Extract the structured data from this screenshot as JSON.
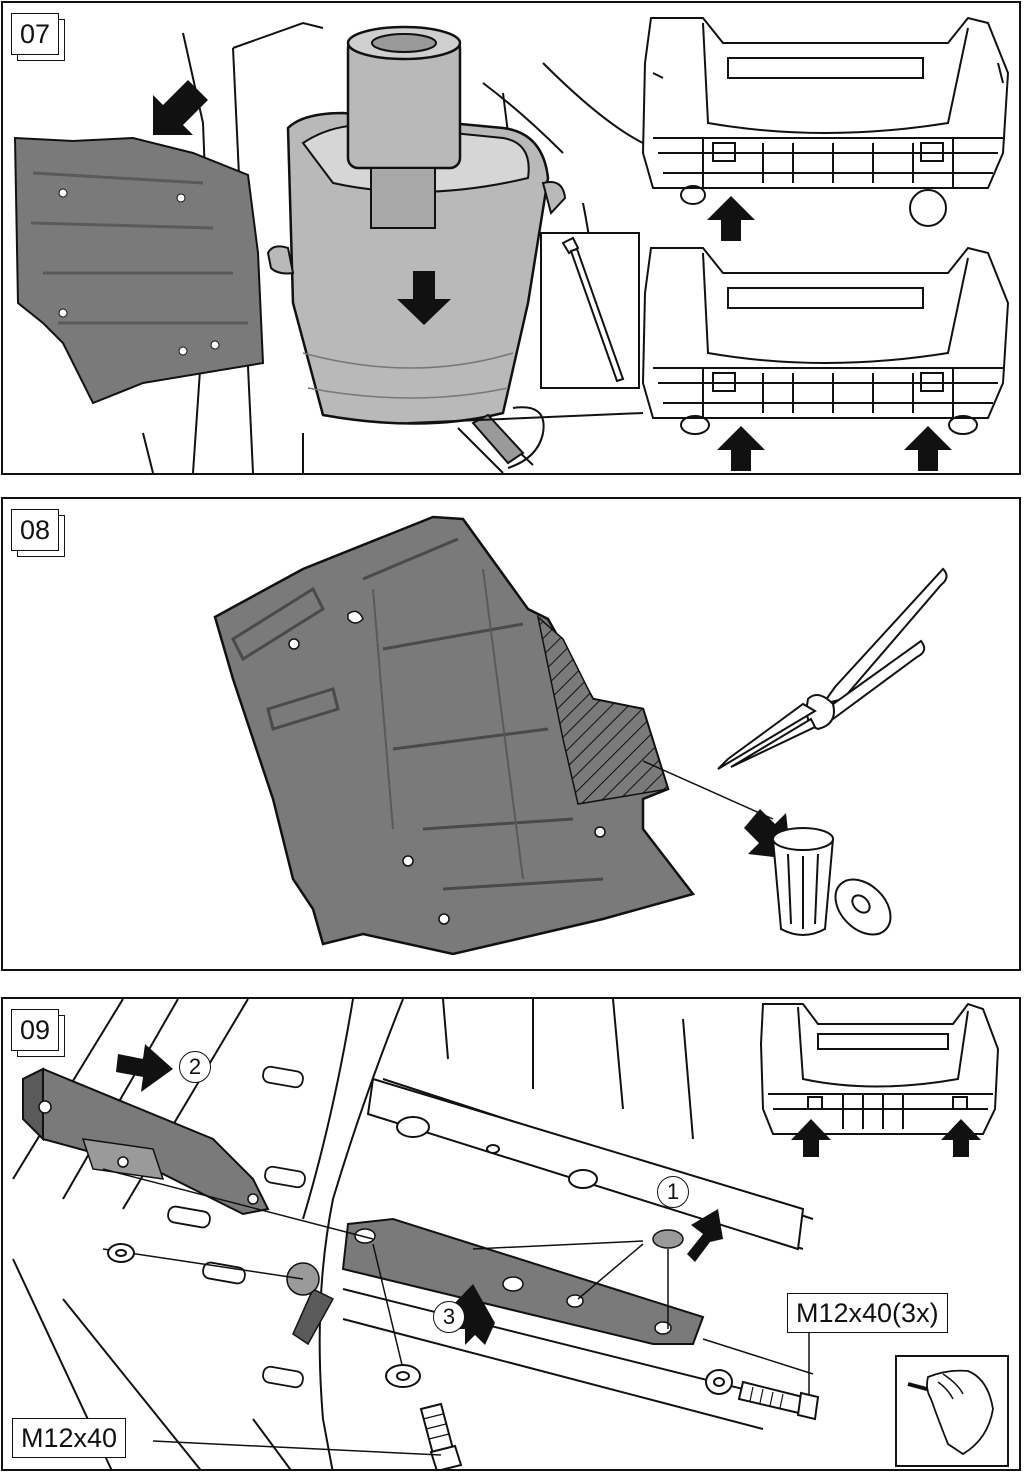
{
  "steps": [
    {
      "id": "07"
    },
    {
      "id": "08"
    },
    {
      "id": "09"
    }
  ],
  "callouts": {
    "1": "1",
    "2": "2",
    "3": "3"
  },
  "labels": {
    "bolt_single": "M12x40",
    "bolt_triple": "M12x40(3x)"
  },
  "icons": [
    "arrow-icon",
    "exhaust-muffler-icon",
    "heat-shield-icon",
    "cable-tie-icon",
    "car-rear-icon",
    "snips-icon",
    "trash-bin-icon",
    "bolt-icon",
    "washer-icon",
    "hand-tighten-icon"
  ],
  "colors": {
    "line": "#111111",
    "part_fill": "#7a7a7a",
    "muffler_fill": "#b9b9b9",
    "background": "#ffffff"
  }
}
